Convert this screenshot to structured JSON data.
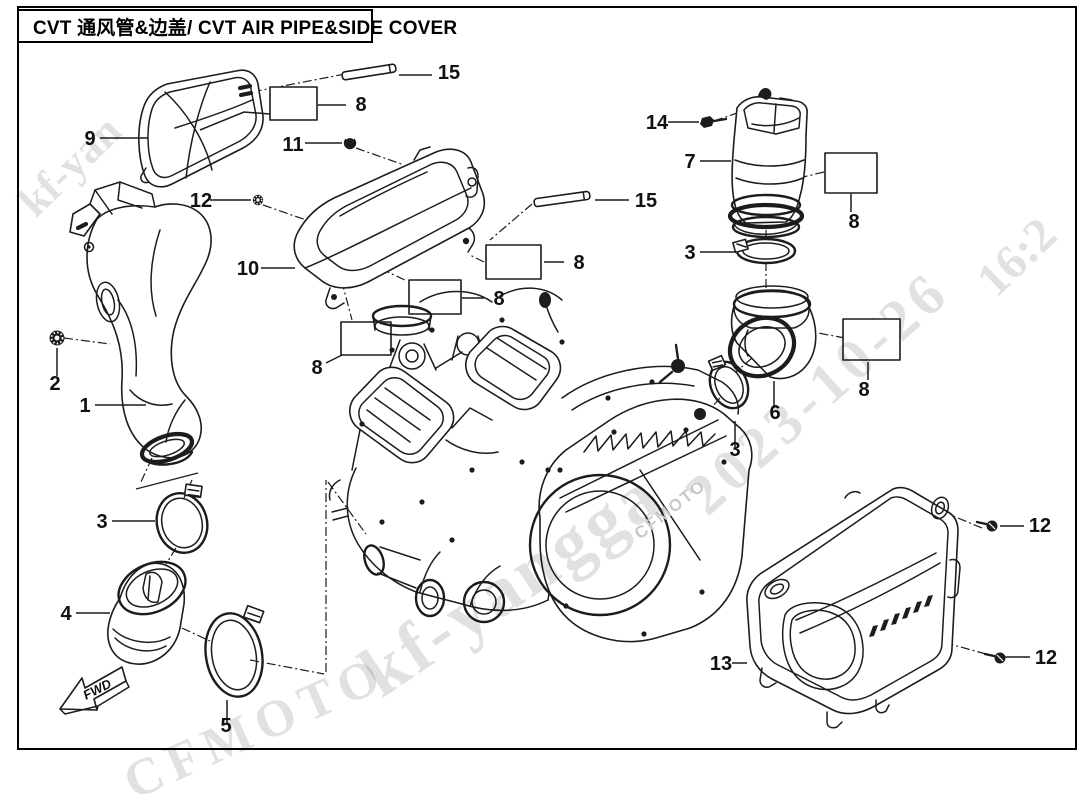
{
  "title": "CVT 通风管&边盖/ CVT AIR PIPE&SIDE COVER",
  "diagram": {
    "fwd_label": "FWD",
    "engine_brand": "CFMOTO",
    "callouts": [
      {
        "num": "1"
      },
      {
        "num": "2"
      },
      {
        "num": "3"
      },
      {
        "num": "3"
      },
      {
        "num": "3"
      },
      {
        "num": "4"
      },
      {
        "num": "5"
      },
      {
        "num": "6"
      },
      {
        "num": "7"
      },
      {
        "num": "8"
      },
      {
        "num": "8"
      },
      {
        "num": "8"
      },
      {
        "num": "8"
      },
      {
        "num": "8"
      },
      {
        "num": "8"
      },
      {
        "num": "9"
      },
      {
        "num": "10"
      },
      {
        "num": "11"
      },
      {
        "num": "12"
      },
      {
        "num": "12"
      },
      {
        "num": "12"
      },
      {
        "num": "13"
      },
      {
        "num": "14"
      },
      {
        "num": "15"
      },
      {
        "num": "15"
      }
    ]
  },
  "watermarks": {
    "user_fragment_top": "kf-yan",
    "user_fragment_center": "kf-yangga",
    "date": "2023-10-26",
    "time": "16:2",
    "brand": "CFMOTO"
  }
}
